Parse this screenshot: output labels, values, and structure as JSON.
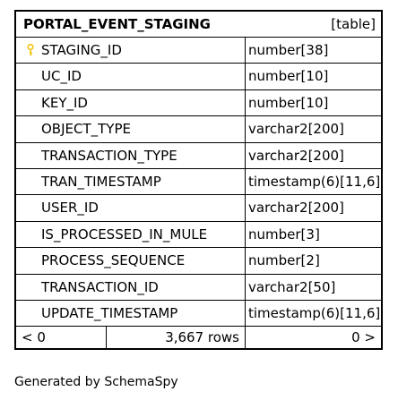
{
  "table": {
    "name": "PORTAL_EVENT_STAGING",
    "type_label": "[table]",
    "columns": [
      {
        "name": "STAGING_ID",
        "type": "number[38]",
        "primary_key": true
      },
      {
        "name": "UC_ID",
        "type": "number[10]"
      },
      {
        "name": "KEY_ID",
        "type": "number[10]"
      },
      {
        "name": "OBJECT_TYPE",
        "type": "varchar2[200]"
      },
      {
        "name": "TRANSACTION_TYPE",
        "type": "varchar2[200]"
      },
      {
        "name": "TRAN_TIMESTAMP",
        "type": "timestamp(6)[11,6]"
      },
      {
        "name": "USER_ID",
        "type": "varchar2[200]"
      },
      {
        "name": "IS_PROCESSED_IN_MULE",
        "type": "number[3]"
      },
      {
        "name": "PROCESS_SEQUENCE",
        "type": "number[2]"
      },
      {
        "name": "TRANSACTION_ID",
        "type": "varchar2[50]"
      },
      {
        "name": "UPDATE_TIMESTAMP",
        "type": "timestamp(6)[11,6]"
      }
    ],
    "footer": {
      "parents": "< 0",
      "rows": "3,667 rows",
      "children": "0 >"
    }
  },
  "colors": {
    "pk_key": "#f2c200",
    "border": "#000000"
  },
  "generated_by": "Generated by SchemaSpy"
}
